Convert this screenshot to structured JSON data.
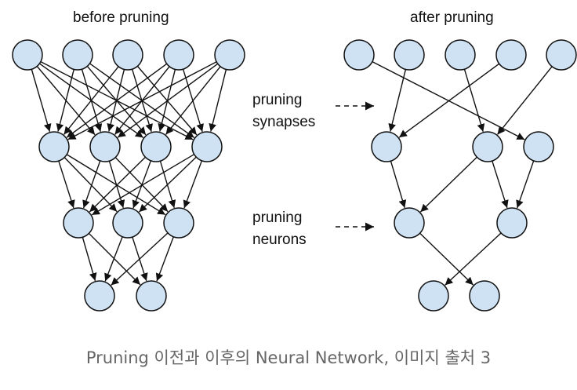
{
  "diagram": {
    "before_title": "before pruning",
    "after_title": "after pruning",
    "synapse_label_line1": "pruning",
    "synapse_label_line2": "synapses",
    "neuron_label_line1": "pruning",
    "neuron_label_line2": "neurons",
    "caption": "Pruning 이전과 이후의 Neural Network, 이미지 출처 3",
    "node_fill": "#cfe2f3",
    "node_stroke": "#111111",
    "before_network": {
      "layer_sizes": [
        5,
        4,
        3,
        2
      ],
      "connections": "all-to-all between consecutive layers"
    },
    "after_network": {
      "layer_sizes": [
        5,
        3,
        2,
        2
      ],
      "connections": [
        [
          0,
          0,
          1,
          2
        ],
        [
          0,
          1,
          1,
          0
        ],
        [
          0,
          2,
          1,
          1
        ],
        [
          0,
          3,
          1,
          0
        ],
        [
          0,
          4,
          1,
          1
        ],
        [
          1,
          0,
          2,
          0
        ],
        [
          1,
          1,
          2,
          0
        ],
        [
          1,
          1,
          2,
          1
        ],
        [
          1,
          2,
          2,
          1
        ],
        [
          2,
          0,
          3,
          1
        ],
        [
          2,
          1,
          3,
          0
        ]
      ]
    }
  }
}
